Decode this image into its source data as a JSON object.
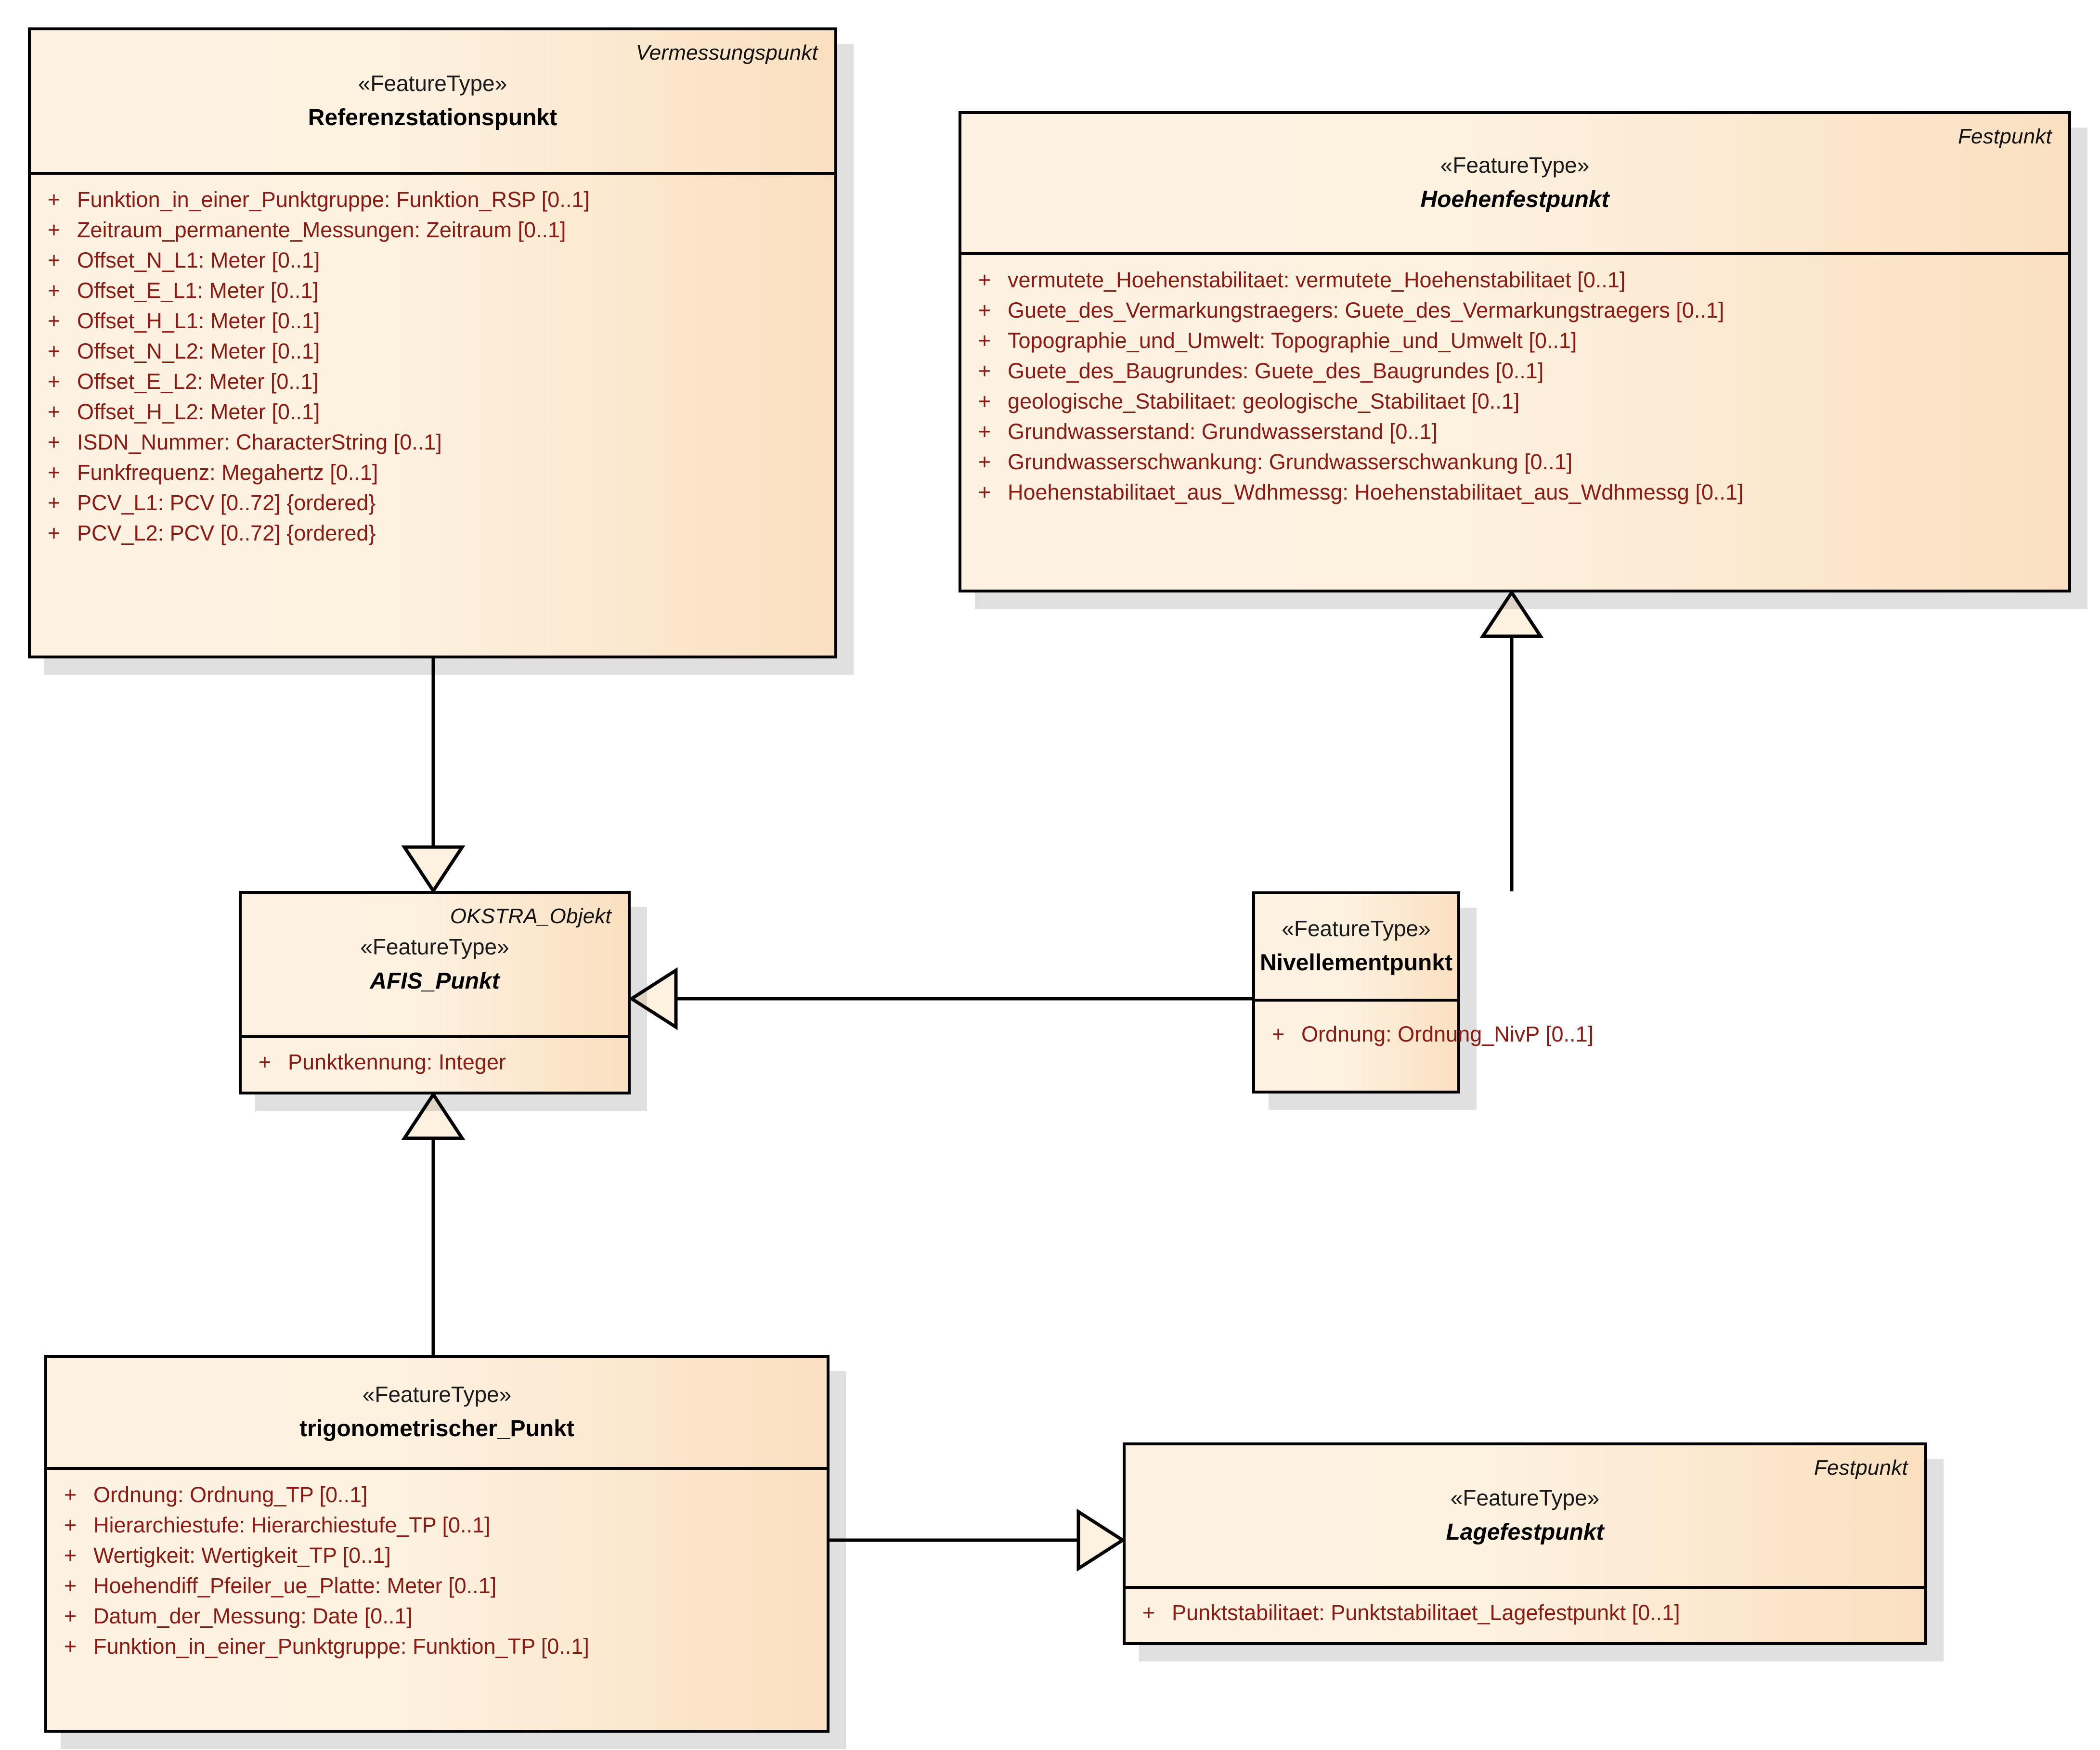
{
  "diagram": {
    "title": "AFIS_Punkt UML Klassendiagramm",
    "kind": "uml-class-diagram",
    "colors": {
      "box_fill_light": "#fdf2e2",
      "box_fill_dark": "#fae0c0",
      "border": "#000000",
      "attribute_text": "#8b1a12",
      "class_text": "#000000",
      "shadow": "#dcdcdc",
      "canvas": "#ffffff"
    }
  },
  "classes": [
    {
      "id": "referenzstationspunkt",
      "package": "Vermessungspunkt",
      "stereotype": "«FeatureType»",
      "name": "Referenzstationspunkt",
      "abstract": false,
      "attributes": [
        {
          "visibility": "+",
          "signature": "Funktion_in_einer_Punktgruppe: Funktion_RSP [0..1]"
        },
        {
          "visibility": "+",
          "signature": "Zeitraum_permanente_Messungen: Zeitraum [0..1]"
        },
        {
          "visibility": "+",
          "signature": "Offset_N_L1: Meter [0..1]"
        },
        {
          "visibility": "+",
          "signature": "Offset_E_L1: Meter [0..1]"
        },
        {
          "visibility": "+",
          "signature": "Offset_H_L1: Meter [0..1]"
        },
        {
          "visibility": "+",
          "signature": "Offset_N_L2: Meter [0..1]"
        },
        {
          "visibility": "+",
          "signature": "Offset_E_L2: Meter [0..1]"
        },
        {
          "visibility": "+",
          "signature": "Offset_H_L2: Meter [0..1]"
        },
        {
          "visibility": "+",
          "signature": "ISDN_Nummer: CharacterString [0..1]"
        },
        {
          "visibility": "+",
          "signature": "Funkfrequenz: Megahertz [0..1]"
        },
        {
          "visibility": "+",
          "signature": "PCV_L1: PCV [0..72] {ordered}"
        },
        {
          "visibility": "+",
          "signature": "PCV_L2: PCV [0..72] {ordered}"
        }
      ]
    },
    {
      "id": "hoehenfestpunkt",
      "package": "Festpunkt",
      "stereotype": "«FeatureType»",
      "name": "Hoehenfestpunkt",
      "abstract": true,
      "attributes": [
        {
          "visibility": "+",
          "signature": "vermutete_Hoehenstabilitaet: vermutete_Hoehenstabilitaet [0..1]"
        },
        {
          "visibility": "+",
          "signature": "Guete_des_Vermarkungstraegers: Guete_des_Vermarkungstraegers [0..1]"
        },
        {
          "visibility": "+",
          "signature": "Topographie_und_Umwelt: Topographie_und_Umwelt [0..1]"
        },
        {
          "visibility": "+",
          "signature": "Guete_des_Baugrundes: Guete_des_Baugrundes [0..1]"
        },
        {
          "visibility": "+",
          "signature": "geologische_Stabilitaet: geologische_Stabilitaet [0..1]"
        },
        {
          "visibility": "+",
          "signature": "Grundwasserstand: Grundwasserstand [0..1]"
        },
        {
          "visibility": "+",
          "signature": "Grundwasserschwankung: Grundwasserschwankung [0..1]"
        },
        {
          "visibility": "+",
          "signature": "Hoehenstabilitaet_aus_Wdhmessg: Hoehenstabilitaet_aus_Wdhmessg [0..1]"
        }
      ]
    },
    {
      "id": "afis_punkt",
      "package": "OKSTRA_Objekt",
      "stereotype": "«FeatureType»",
      "name": "AFIS_Punkt",
      "abstract": true,
      "attributes": [
        {
          "visibility": "+",
          "signature": "Punktkennung: Integer"
        }
      ]
    },
    {
      "id": "nivellementpunkt",
      "package": "",
      "stereotype": "«FeatureType»",
      "name": "Nivellementpunkt",
      "abstract": false,
      "attributes": [
        {
          "visibility": "+",
          "signature": "Ordnung: Ordnung_NivP [0..1]"
        }
      ]
    },
    {
      "id": "trigonometrischer_punkt",
      "package": "",
      "stereotype": "«FeatureType»",
      "name": "trigonometrischer_Punkt",
      "abstract": false,
      "attributes": [
        {
          "visibility": "+",
          "signature": "Ordnung: Ordnung_TP [0..1]"
        },
        {
          "visibility": "+",
          "signature": "Hierarchiestufe: Hierarchiestufe_TP [0..1]"
        },
        {
          "visibility": "+",
          "signature": "Wertigkeit: Wertigkeit_TP [0..1]"
        },
        {
          "visibility": "+",
          "signature": "Hoehendiff_Pfeiler_ue_Platte: Meter [0..1]"
        },
        {
          "visibility": "+",
          "signature": "Datum_der_Messung: Date [0..1]"
        },
        {
          "visibility": "+",
          "signature": "Funktion_in_einer_Punktgruppe: Funktion_TP [0..1]"
        }
      ]
    },
    {
      "id": "lagefestpunkt",
      "package": "Festpunkt",
      "stereotype": "«FeatureType»",
      "name": "Lagefestpunkt",
      "abstract": true,
      "attributes": [
        {
          "visibility": "+",
          "signature": "Punktstabilitaet: Punktstabilitaet_Lagefestpunkt [0..1]"
        }
      ]
    }
  ],
  "relationships": [
    {
      "id": "gen-rsp-afis",
      "type": "generalization",
      "source": "Referenzstationspunkt",
      "target": "AFIS_Punkt"
    },
    {
      "id": "gen-niv-afis",
      "type": "generalization",
      "source": "Nivellementpunkt",
      "target": "AFIS_Punkt"
    },
    {
      "id": "gen-niv-hfp",
      "type": "generalization",
      "source": "Nivellementpunkt",
      "target": "Hoehenfestpunkt"
    },
    {
      "id": "gen-tp-afis",
      "type": "generalization",
      "source": "trigonometrischer_Punkt",
      "target": "AFIS_Punkt"
    },
    {
      "id": "gen-tp-lfp",
      "type": "generalization",
      "source": "trigonometrischer_Punkt",
      "target": "Lagefestpunkt"
    }
  ]
}
